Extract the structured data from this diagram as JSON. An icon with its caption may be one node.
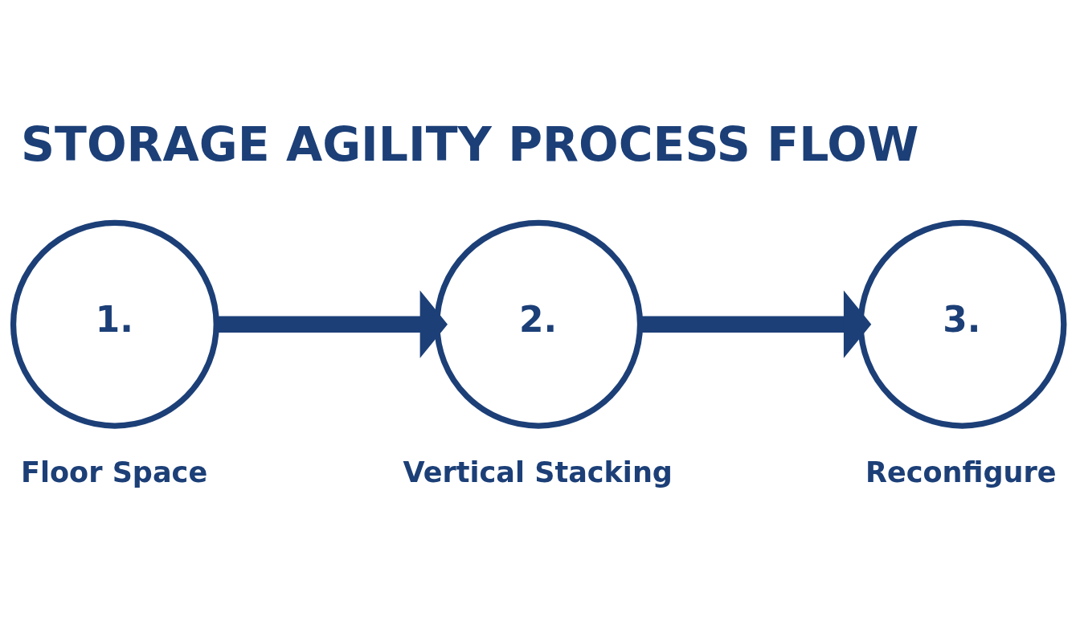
{
  "diagram": {
    "title": "STORAGE AGILITY PROCESS FLOW",
    "nodes": [
      {
        "text": [
          "1."
        ],
        "beside": [
          "Floor Space"
        ]
      },
      {
        "text": [
          "2."
        ],
        "beside": [
          "Vertical Stacking"
        ]
      },
      {
        "text": [
          "3."
        ],
        "beside": [
          "Reconfigure"
        ]
      }
    ],
    "edges": [
      {
        "from": 0,
        "to": 1,
        "arrow": "to"
      },
      {
        "from": 1,
        "to": 2,
        "arrow": "to"
      }
    ]
  }
}
